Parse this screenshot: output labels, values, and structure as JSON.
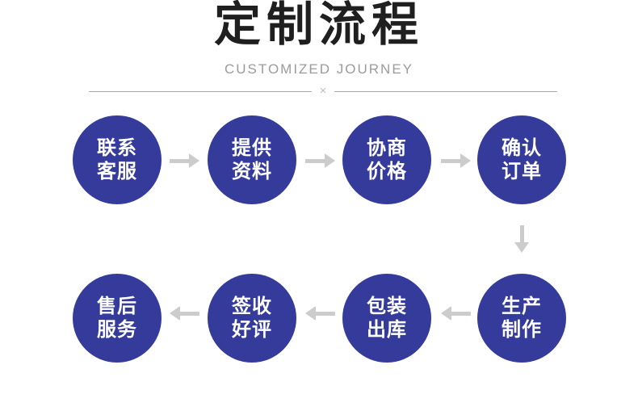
{
  "header": {
    "title": "定制流程",
    "subtitle": "CUSTOMIZED JOURNEY",
    "divider_symbol": "×"
  },
  "flow": {
    "top_row": {
      "arrow_direction": "right",
      "steps": [
        {
          "line1": "联系",
          "line2": "客服"
        },
        {
          "line1": "提供",
          "line2": "资料"
        },
        {
          "line1": "协商",
          "line2": "价格"
        },
        {
          "line1": "确认",
          "line2": "订单"
        }
      ]
    },
    "row_connector": {
      "arrow_direction": "down"
    },
    "bottom_row": {
      "arrow_direction": "left",
      "steps_screen_order": [
        {
          "line1": "售后",
          "line2": "服务"
        },
        {
          "line1": "签收",
          "line2": "好评"
        },
        {
          "line1": "包装",
          "line2": "出库"
        },
        {
          "line1": "生产",
          "line2": "制作"
        }
      ]
    }
  },
  "colors": {
    "circle_fill": "#353b9b",
    "circle_text": "#ffffff",
    "arrow": "#cccccc",
    "title": "#1f1f1f",
    "subtitle": "#9b9b9b",
    "divider_line": "#a8a8a8",
    "divider_symbol": "#b7bec4",
    "background": "#ffffff"
  }
}
